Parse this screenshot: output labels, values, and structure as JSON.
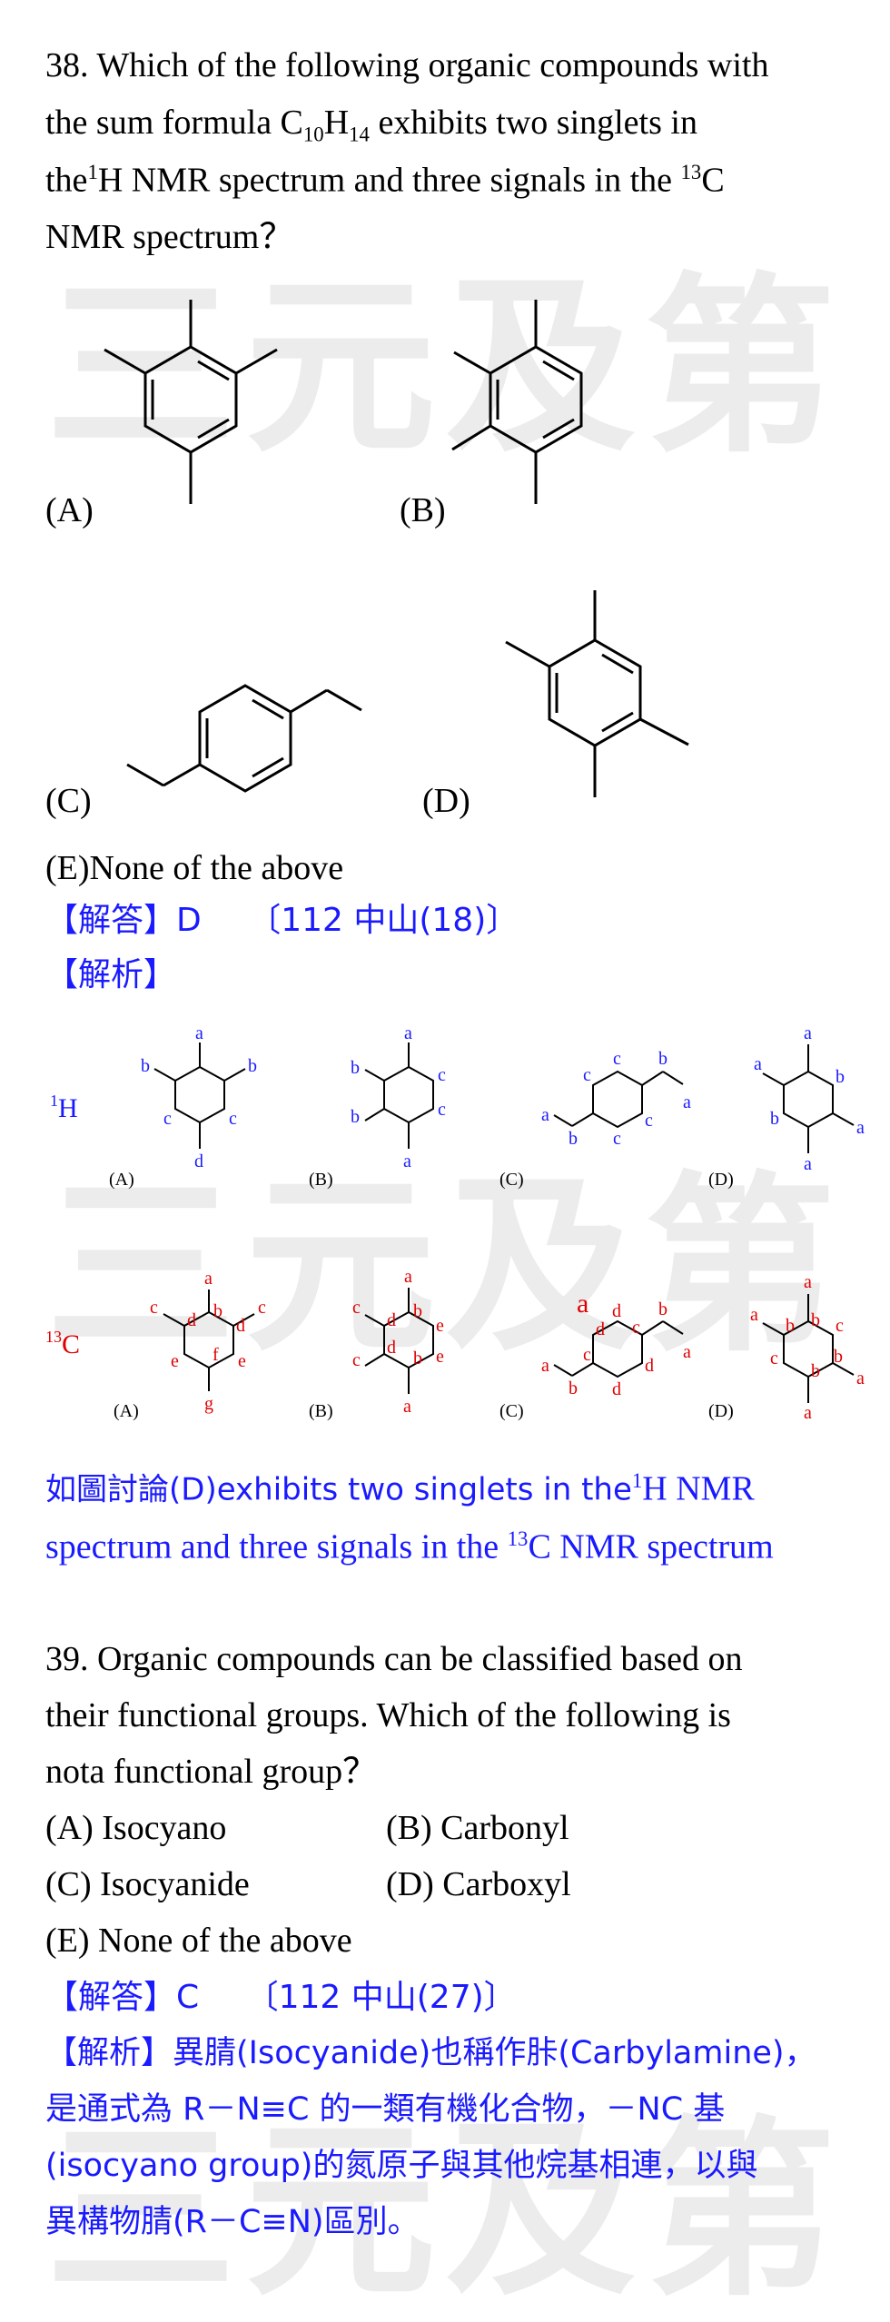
{
  "watermark": "三元及第",
  "q38": {
    "line1": "38. Which of the following organic compounds with",
    "line2_pre": "the sum formula C",
    "line2_sub1": "10",
    "line2_mid": "H",
    "line2_sub2": "14",
    "line2_post": " exhibits two singlets in",
    "line3_pre": "the",
    "line3_sup1": "1",
    "line3_mid": "H NMR spectrum and three signals in the ",
    "line3_sup2": "13",
    "line3_post": "C",
    "line4": "NMR spectrum？",
    "options": {
      "a": "(A)",
      "b": "(B)",
      "c": "(C)",
      "d": "(D)"
    },
    "option_e": "(E)None of the above",
    "answer_label": "【解答】D",
    "answer_source": "〔112 中山(18)〕",
    "analysis_label": "【解析】",
    "h_label": "H",
    "h_sup": "1",
    "c_label": "C",
    "c_sup": "13",
    "diagram_option_labels": [
      "(A)",
      "(B)",
      "(C)",
      "(D)"
    ],
    "h_letters": {
      "A": [
        "a",
        "b",
        "b",
        "c",
        "c",
        "d"
      ],
      "B": [
        "a",
        "b",
        "b",
        "c",
        "c",
        "a"
      ],
      "C": [
        "c",
        "c",
        "b",
        "a",
        "a",
        "b",
        "c",
        "c"
      ],
      "D": [
        "a",
        "a",
        "b",
        "b",
        "a",
        "a"
      ]
    },
    "c_letters": {
      "A": [
        "a",
        "b",
        "c",
        "c",
        "d",
        "d",
        "e",
        "e",
        "f",
        "g"
      ],
      "B": [
        "a",
        "b",
        "c",
        "c",
        "d",
        "d",
        "e",
        "e",
        "b",
        "a"
      ],
      "C": [
        "a",
        "b",
        "c",
        "d",
        "d",
        "d",
        "d",
        "c",
        "b",
        "a"
      ],
      "D": [
        "a",
        "b",
        "c",
        "b",
        "a",
        "a",
        "b",
        "c",
        "b",
        "a"
      ]
    },
    "c_extra_a": "a",
    "conclusion_line1_pre": "如圖討論(D)exhibits two singlets in the",
    "conclusion_line1_sup": "1",
    "conclusion_line1_post": "H NMR",
    "conclusion_line2_pre": "spectrum and three signals in the ",
    "conclusion_line2_sup": "13",
    "conclusion_line2_post": "C NMR spectrum"
  },
  "q39": {
    "line1": "39. Organic compounds can be classified based on",
    "line2": "their functional groups. Which of the following is",
    "line3": "nota functional group？",
    "opt_a": "(A) Isocyano",
    "opt_b": "(B) Carbonyl",
    "opt_c": "(C) Isocyanide",
    "opt_d": "(D) Carboxyl",
    "opt_e": "(E) None of the above",
    "answer_label": "【解答】C",
    "answer_source": "〔112 中山(27)〕",
    "exp_line1": "【解析】異腈(Isocyanide)也稱作胩(Carbylamine)，",
    "exp_line2": "是通式為 R－N≡C 的一類有機化合物，－NC 基",
    "exp_line3": "(isocyano group)的氮原子與其他烷基相連，以與",
    "exp_line4": "異構物腈(R－C≡N)區別。"
  }
}
